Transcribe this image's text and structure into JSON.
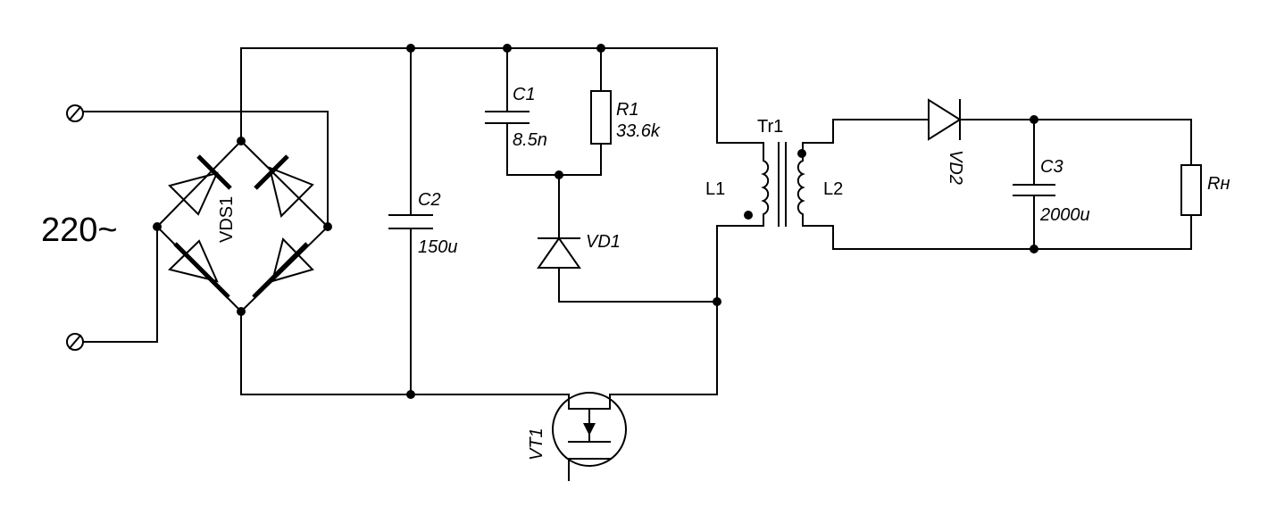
{
  "input": {
    "voltage_label": "220~"
  },
  "bridge": {
    "name": "VDS1"
  },
  "c1": {
    "name": "C1",
    "value": "8.5n"
  },
  "r1": {
    "name": "R1",
    "value": "33.6k"
  },
  "c2": {
    "name": "C2",
    "value": "150u"
  },
  "vd1": {
    "name": "VD1"
  },
  "transformer": {
    "name": "Tr1",
    "primary": "L1",
    "secondary": "L2"
  },
  "vd2": {
    "name": "VD2"
  },
  "c3": {
    "name": "C3",
    "value": "2000u"
  },
  "load": {
    "name": "Rн"
  },
  "vt1": {
    "name": "VT1"
  }
}
